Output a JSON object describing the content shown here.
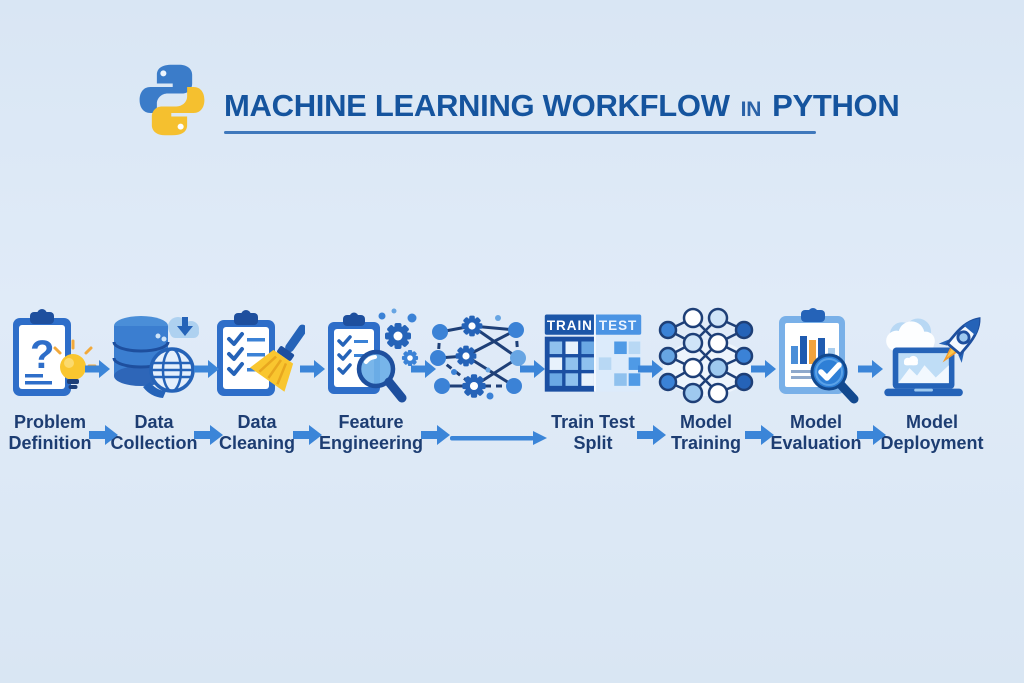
{
  "header": {
    "title_main": "MACHINE LEARNING WORKFLOW",
    "title_connector": "IN",
    "title_lang": "PYTHON",
    "title_color": "#15549e",
    "underline_color": "#3f78bc",
    "logo_colors": {
      "blue": "#3b7cc9",
      "yellow": "#f5c02f"
    }
  },
  "workflow": {
    "arrow_color": "#3b85d8",
    "label_color": "#1d3d72",
    "background_color": "#dbe7f4",
    "steps": [
      {
        "id": "problem-definition",
        "icon": "clipboard-question-lightbulb-icon",
        "icon_text": "?",
        "lines": [
          "Problem",
          "Definition"
        ]
      },
      {
        "id": "data-collection",
        "icon": "database-globe-cloud-icon",
        "lines": [
          "Data",
          "Collection"
        ]
      },
      {
        "id": "data-cleaning",
        "icon": "clipboard-broom-icon",
        "lines": [
          "Data",
          "Cleaning"
        ]
      },
      {
        "id": "feature-engineering",
        "icon": "clipboard-magnifier-gears-icon",
        "lines": [
          "Feature",
          "Engineering"
        ]
      },
      {
        "id": "network-gears",
        "icon": "network-gears-icon",
        "lines": []
      },
      {
        "id": "train-test-split",
        "icon": "train-test-grid-icon",
        "icon_text": {
          "left": "TRAIN",
          "right": "TEST"
        },
        "lines": [
          "Train Test",
          "Split"
        ]
      },
      {
        "id": "model-training",
        "icon": "neural-network-icon",
        "lines": [
          "Model",
          "Training"
        ]
      },
      {
        "id": "model-evaluation",
        "icon": "clipboard-chart-magnifier-icon",
        "lines": [
          "Model",
          "Evaluation"
        ]
      },
      {
        "id": "model-deployment",
        "icon": "laptop-rocket-cloud-icon",
        "lines": [
          "Model",
          "Deployment"
        ]
      }
    ]
  }
}
